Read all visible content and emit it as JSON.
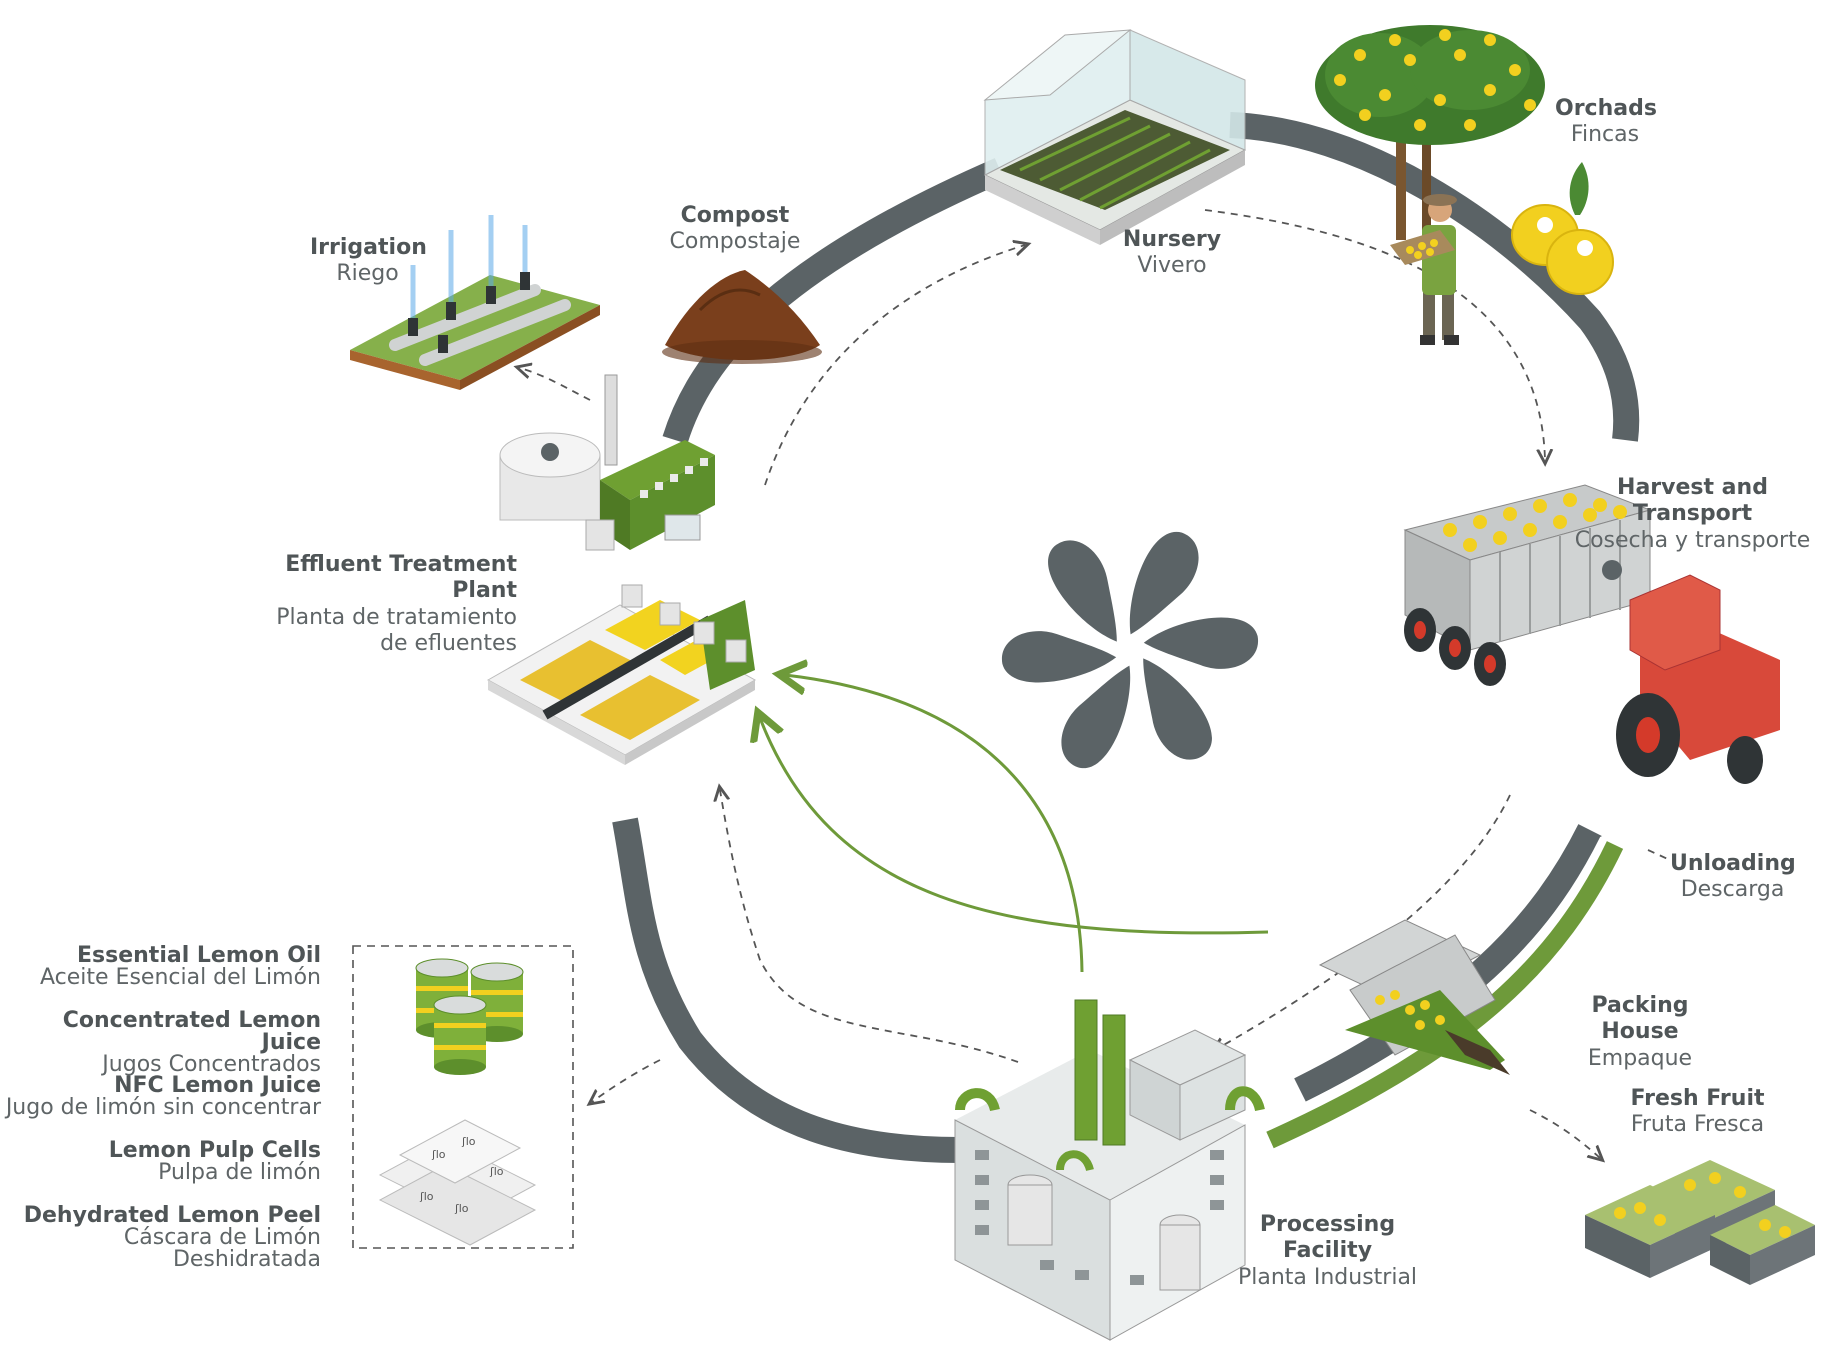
{
  "nodes": {
    "orchards": {
      "en": "Orchads",
      "es": "Fincas"
    },
    "nursery": {
      "en": "Nursery",
      "es": "Vivero"
    },
    "compost": {
      "en": "Compost",
      "es": "Compostaje"
    },
    "irrigation": {
      "en": "Irrigation",
      "es": "Riego"
    },
    "effluent": {
      "en": "Effluent Treatment Plant",
      "es1": "Planta de tratamiento",
      "es2": "de efluentes"
    },
    "harvest": {
      "en": "Harvest and Transport",
      "es": "Cosecha y transporte"
    },
    "unloading": {
      "en": "Unloading",
      "es": "Descarga"
    },
    "packing": {
      "en": "Packing House",
      "es": "Empaque"
    },
    "fresh": {
      "en": "Fresh Fruit",
      "es": "Fruta Fresca"
    },
    "processing": {
      "en": "Processing Facility",
      "es": "Planta Industrial"
    }
  },
  "products": [
    {
      "en": "Essential Lemon Oil",
      "es": "Aceite Esencial del Limón"
    },
    {
      "en": "Concentrated Lemon Juice",
      "es": "Jugos Concentrados"
    },
    {
      "en": "NFC Lemon Juice",
      "es": "Jugo de limón sin concentrar"
    },
    {
      "en": "Lemon Pulp Cells",
      "es": "Pulpa de limón"
    },
    {
      "en": "Dehydrated Lemon Peel",
      "es": "Cáscara de Limón Deshidratada"
    }
  ],
  "colors": {
    "road": "#5b6366",
    "green": "#6e9a3a",
    "logo": "#5b6366",
    "lemon": "#f2d01f"
  }
}
